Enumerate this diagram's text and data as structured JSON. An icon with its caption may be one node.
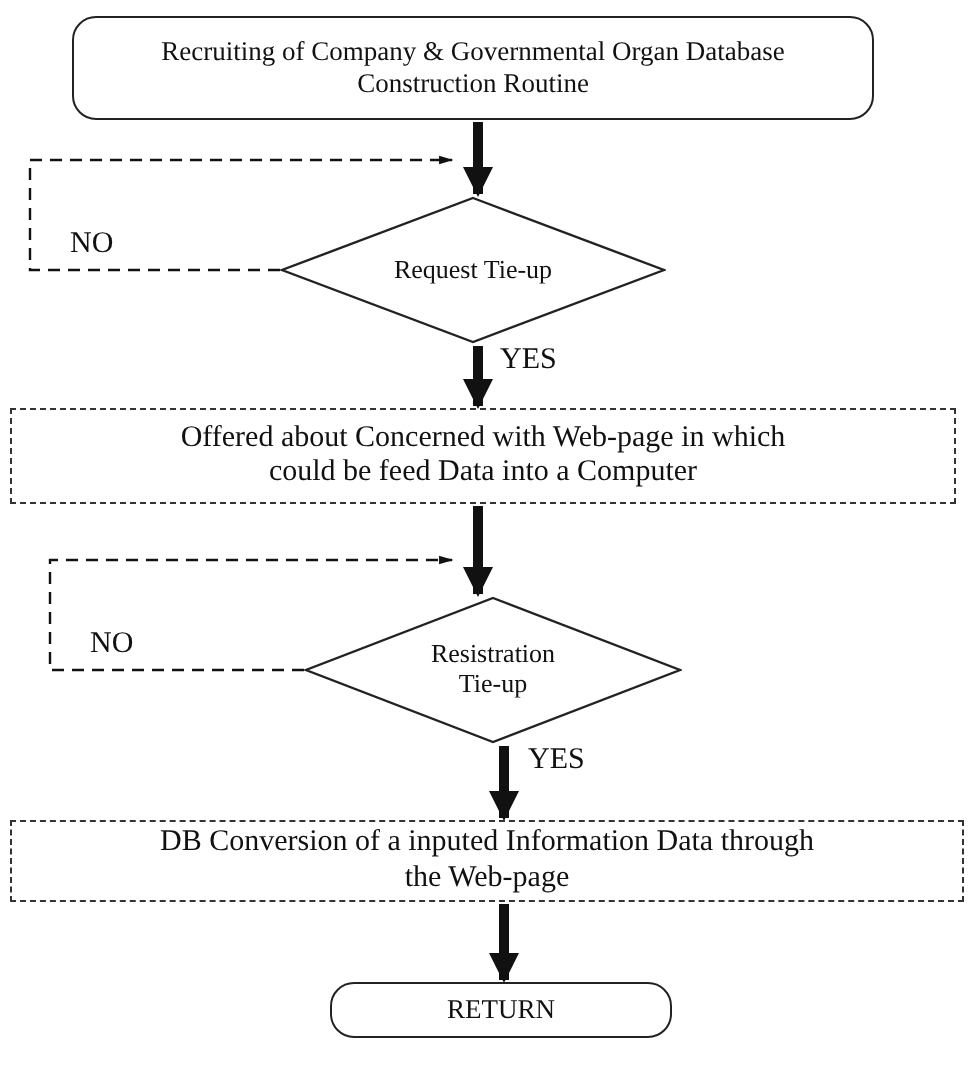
{
  "diagram": {
    "nodes": [
      {
        "text": [
          "Recruiting  of Company & Governmental Organ Database Construction Routine"
        ]
      },
      {
        "text": [
          "Request Tie-up"
        ]
      },
      {
        "text": [
          "Offered about Concerned with Web-page in which could be feed Data into a Computer"
        ]
      },
      {
        "text": [
          "Resistration Tie-up"
        ]
      },
      {
        "text": [
          "DB Conversion of a inputed Information Data through the Web-page"
        ]
      },
      {
        "text": [
          "RETURN"
        ]
      }
    ],
    "edges": [
      {
        "from": 0,
        "to": 1,
        "arrow": "to"
      },
      {
        "from": 1,
        "to": 1,
        "arrow": "to",
        "label": "NO",
        "style": "dashed"
      },
      {
        "from": 1,
        "to": 2,
        "arrow": "to",
        "label": "YES"
      },
      {
        "from": 2,
        "to": 3,
        "arrow": "to"
      },
      {
        "from": 3,
        "to": 3,
        "arrow": "to",
        "label": "NO",
        "style": "dashed"
      },
      {
        "from": 3,
        "to": 4,
        "arrow": "to",
        "label": "YES"
      },
      {
        "from": 4,
        "to": 5,
        "arrow": "to"
      }
    ]
  }
}
